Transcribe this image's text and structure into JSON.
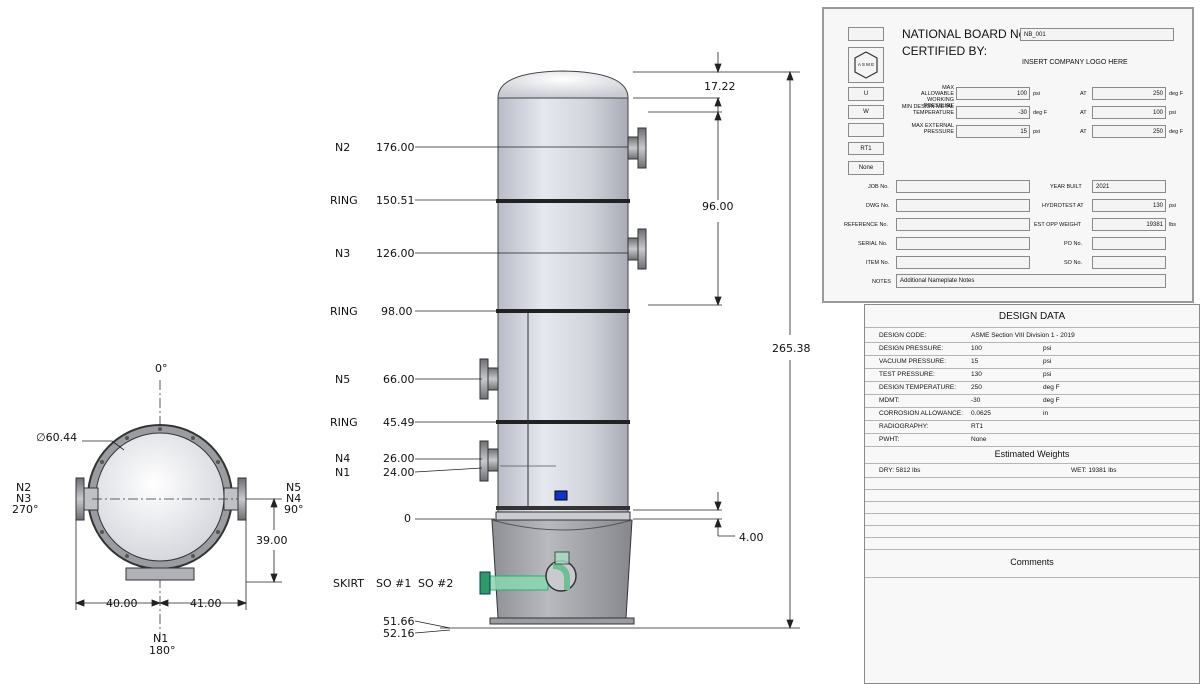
{
  "drawing": {
    "nozzles": {
      "n2": {
        "label": "N2",
        "elev": "176.00"
      },
      "ring1": {
        "label": "RING",
        "elev": "150.51"
      },
      "n3": {
        "label": "N3",
        "elev": "126.00"
      },
      "ring2": {
        "label": "RING",
        "elev": "98.00"
      },
      "n5": {
        "label": "N5",
        "elev": "66.00"
      },
      "ring3": {
        "label": "RING",
        "elev": "45.49"
      },
      "n4": {
        "label": "N4",
        "elev": "26.00"
      },
      "n1": {
        "label": "N1",
        "elev": "24.00"
      },
      "zero": {
        "elev": "0"
      },
      "skirt": {
        "label": "SKIRT",
        "so1": "SO #1",
        "so2": "SO #2"
      },
      "bottom1": "51.66",
      "bottom2": "52.16"
    },
    "dims": {
      "top_head": "17.22",
      "n2_n3": "96.00",
      "overall": "265.38",
      "skirt_gap": "4.00"
    },
    "plan": {
      "deg0": "0°",
      "diameter": "∅60.44",
      "left_labels": [
        "N2",
        "N3",
        "270°"
      ],
      "right_labels": [
        "N5",
        "N4",
        "90°"
      ],
      "vert_dim": "39.00",
      "left_dim": "40.00",
      "right_dim": "41.00",
      "bottom_label": "N1",
      "bottom_deg": "180°"
    }
  },
  "nameplate": {
    "national_board_label": "NATIONAL BOARD No:",
    "national_board_value": "NB_001",
    "certified_by": "CERTIFIED BY:",
    "logo_text": "INSERT COMPANY LOGO HERE",
    "asme_letters": "A S M E",
    "tags": [
      "",
      "U",
      "W",
      "",
      "RT1",
      "None"
    ],
    "mawp_label": "MAX ALLOWABLE WORKING PRESSURE",
    "mawp_value": "100",
    "mawp_unit": "psi",
    "mawp_at": "AT",
    "mawp_temp": "250",
    "mawp_temp_unit": "deg F",
    "mdmt_label": "MIN DESIGN METAL TEMPERATURE",
    "mdmt_value": "-30",
    "mdmt_unit": "deg F",
    "mdmt_at": "AT",
    "mdmt_p": "100",
    "mdmt_p_unit": "psi",
    "mep_label": "MAX EXTERNAL PRESSURE",
    "mep_value": "15",
    "mep_unit": "psi",
    "mep_at": "AT",
    "mep_temp": "250",
    "mep_temp_unit": "deg F",
    "job_label": "JOB No.",
    "dwg_label": "DWG No.",
    "ref_label": "REFERENCE No.",
    "serial_label": "SERIAL No.",
    "item_label": "ITEM No.",
    "year_label": "YEAR BUILT",
    "year_value": "2021",
    "hydro_label": "HYDROTEST AT",
    "hydro_value": "130",
    "hydro_unit": "psi",
    "weight_label": "EST OPP WEIGHT",
    "weight_value": "19381",
    "weight_unit": "lbs",
    "po_label": "PO No.",
    "so_label": "SO No.",
    "notes_label": "NOTES",
    "notes_value": "Additional Nameplate Notes"
  },
  "design": {
    "title": "DESIGN DATA",
    "rows": [
      {
        "k": "DESIGN CODE:",
        "v": "ASME Section VIII Division 1    -    2019",
        "u": ""
      },
      {
        "k": "DESIGN PRESSURE:",
        "v": "100",
        "u": "psi"
      },
      {
        "k": "VACUUM PRESSURE:",
        "v": "15",
        "u": "psi"
      },
      {
        "k": "TEST PRESSURE:",
        "v": "130",
        "u": "psi"
      },
      {
        "k": "DESIGN TEMPERATURE:",
        "v": "250",
        "u": "deg F"
      },
      {
        "k": "MDMT:",
        "v": "-30",
        "u": "deg F"
      },
      {
        "k": "CORROSION ALLOWANCE:",
        "v": "0.0625",
        "u": "in"
      },
      {
        "k": "RADIOGRAPHY:",
        "v": "RT1",
        "u": ""
      },
      {
        "k": "PWHT:",
        "v": "None",
        "u": ""
      }
    ],
    "weights_title": "Estimated Weights",
    "dry": "DRY: 5812  lbs",
    "wet": "WET: 19381  lbs",
    "comments_title": "Comments"
  }
}
